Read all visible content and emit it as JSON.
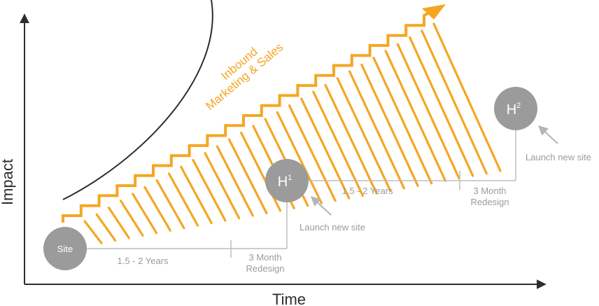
{
  "axes": {
    "x_label": "Time",
    "y_label": "Impact"
  },
  "curve_label": {
    "line1": "Inbound",
    "line2": "Marketing & Sales"
  },
  "nodes": {
    "site": "Site",
    "h1_letter": "H",
    "h1_sup": "1",
    "h2_letter": "H",
    "h2_sup": "2"
  },
  "phase1": {
    "duration": "1.5 - 2 Years",
    "redesign_line1": "3 Month",
    "redesign_line2": "Redesign"
  },
  "phase2": {
    "duration": "1.5 - 2 Years",
    "redesign_line1": "3 Month",
    "redesign_line2": "Redesign"
  },
  "callouts": {
    "launch1": "Launch new site",
    "launch2": "Launch new site"
  },
  "colors": {
    "accent": "#f5a623",
    "node": "#9b9b9b",
    "axis": "#2d2d2d",
    "muted_text": "#9b9b9b",
    "timeline": "#bdbdbd"
  }
}
